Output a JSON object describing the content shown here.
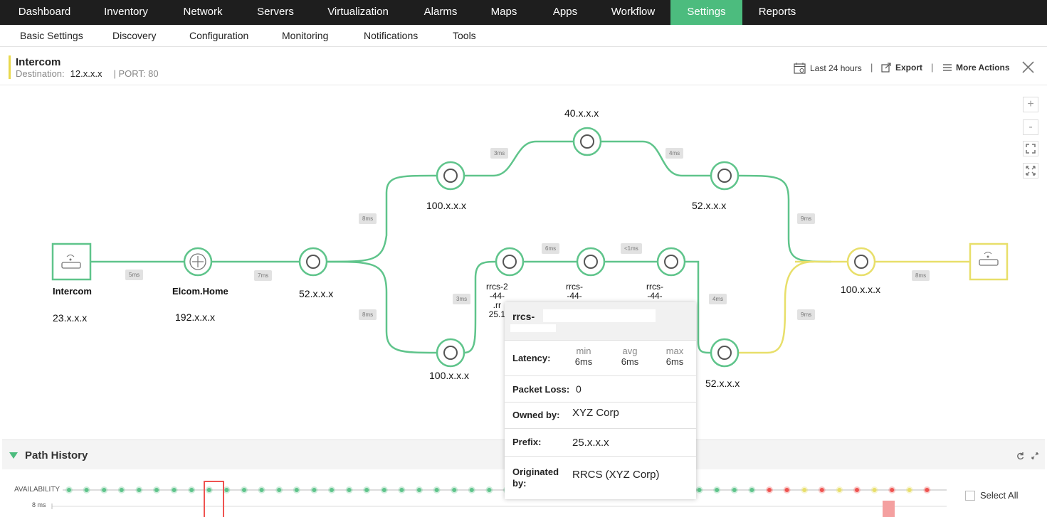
{
  "topnav": [
    "Dashboard",
    "Inventory",
    "Network",
    "Servers",
    "Virtualization",
    "Alarms",
    "Maps",
    "Apps",
    "Workflow",
    "Settings",
    "Reports"
  ],
  "topnav_active": "Settings",
  "subnav": [
    "Basic Settings",
    "Discovery",
    "Configuration",
    "Monitoring",
    "Notifications",
    "Tools"
  ],
  "header": {
    "title": "Intercom",
    "destination_label": "Destination:",
    "destination_value": "12.x.x.x",
    "port_text": "| PORT: 80",
    "time_range": "Last 24 hours",
    "export": "Export",
    "more_actions": "More Actions"
  },
  "zoom": [
    "+",
    "-"
  ],
  "nodes": {
    "source_name": "Intercom",
    "source_ip": "23.x.x.x",
    "gateway_name": "Elcom.Home",
    "gateway_ip": "192.x.x.x",
    "hop3": "52.x.x.x",
    "upper_left": "100.x.x.x",
    "top": "40.x.x.x",
    "upper_right": "52.x.x.x",
    "lower_left": "100.x.x.x",
    "lower_right": "52.x.x.x",
    "mid1": "rrcs-2\n-44-\n.rr\n25.1",
    "mid2": "rrcs-\n-44-",
    "mid3": "rrcs-\n-44-",
    "last_hop": "100.x.x.x"
  },
  "latencies": {
    "l1": "5ms",
    "l2": "7ms",
    "l3": "8ms",
    "l4": "8ms",
    "l5": "3ms",
    "l6": "4ms",
    "l7": "9ms",
    "l8": "9ms",
    "l9": "3ms",
    "l10": "6ms",
    "l11": "<1ms",
    "l12": "4ms",
    "l13": "8ms"
  },
  "tooltip": {
    "name": "rrcs-",
    "latency_label": "Latency:",
    "min_label": "min",
    "min_val": "6ms",
    "avg_label": "avg",
    "avg_val": "6ms",
    "max_label": "max",
    "max_val": "6ms",
    "packet_loss_label": "Packet Loss:",
    "packet_loss": "0",
    "owned_label": "Owned by:",
    "owned": "XYZ Corp",
    "prefix_label": "Prefix:",
    "prefix": "25.x.x.x",
    "orig_label": "Originated\nby:",
    "orig": "RRCS (XYZ Corp)"
  },
  "path_history": {
    "title": "Path History",
    "availability_label": "AVAILABILITY",
    "ms_label": "8 ms",
    "select_all": "Select All"
  },
  "colors": {
    "accent": "#4cbc7e",
    "path_green": "#5fc48b",
    "path_yellow": "#e8df6a",
    "status_red": "#ef5350",
    "status_yellow": "#e8df6a"
  },
  "availability_dots": [
    "g",
    "g",
    "g",
    "g",
    "g",
    "g",
    "g",
    "g",
    "g",
    "g",
    "g",
    "g",
    "g",
    "g",
    "g",
    "g",
    "g",
    "g",
    "g",
    "g",
    "g",
    "g",
    "g",
    "g",
    "g",
    "g",
    "g",
    "g",
    "g",
    "g",
    "g",
    "g",
    "g",
    "g",
    "g",
    "g",
    "g",
    "g",
    "g",
    "g",
    "r",
    "r",
    "y",
    "r",
    "y",
    "r",
    "y",
    "r",
    "y",
    "r"
  ]
}
